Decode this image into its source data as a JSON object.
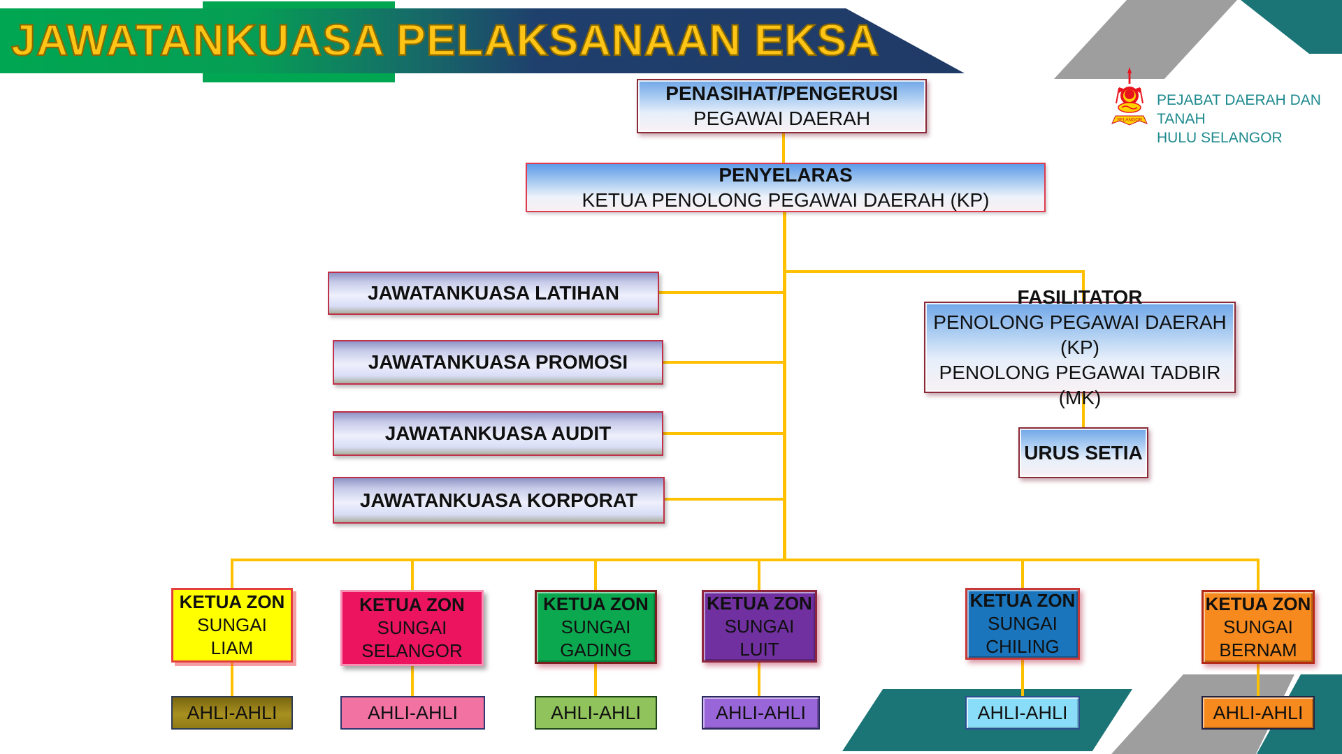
{
  "slide": {
    "title": "JAWATANKUASA PELAKSANAAN EKSA"
  },
  "header": {
    "office_line1": "PEJABAT DAERAH DAN TANAH",
    "office_line2": "HULU SELANGOR",
    "logo": "selangor-state-crest",
    "logo_banner": "SELANGOR"
  },
  "chart": {
    "advisor": {
      "role": "PENASIHAT/PENGERUSI",
      "holder": "PEGAWAI DAERAH"
    },
    "coordinator": {
      "role": "PENYELARAS",
      "holder": "KETUA PENOLONG PEGAWAI DAERAH (KP)"
    },
    "committees": [
      {
        "label": "JAWATANKUASA LATIHAN"
      },
      {
        "label": "JAWATANKUASA PROMOSI"
      },
      {
        "label": "JAWATANKUASA AUDIT"
      },
      {
        "label": "JAWATANKUASA KORPORAT"
      }
    ],
    "facilitator": {
      "role": "FASILITATOR",
      "holder1": "PENOLONG PEGAWAI DAERAH (KP)",
      "holder2": "PENOLONG PEGAWAI TADBIR (MK)"
    },
    "secretariat": {
      "label": "URUS SETIA"
    },
    "zones": [
      {
        "heading": "KETUA ZON",
        "line2": "SUNGAI",
        "line3": "LIAM",
        "members": "AHLI-AHLI",
        "zone_color": "#FFFF00",
        "members_color": "#8F7A16"
      },
      {
        "heading": "KETUA ZON",
        "line2": "SUNGAI",
        "line3": "SELANGOR",
        "members": "AHLI-AHLI",
        "zone_color": "#EC145E",
        "members_color": "#F272A2"
      },
      {
        "heading": "KETUA ZON",
        "line2": "SUNGAI",
        "line3": "GADING",
        "members": "AHLI-AHLI",
        "zone_color": "#0CA850",
        "members_color": "#90C35B"
      },
      {
        "heading": "KETUA ZON",
        "line2": "SUNGAI",
        "line3": "LUIT",
        "members": "AHLI-AHLI",
        "zone_color": "#7030A0",
        "members_color": "#9966D9"
      },
      {
        "heading": "KETUA ZON",
        "line2": "SUNGAI",
        "line3": "CHILING",
        "members": "AHLI-AHLI",
        "zone_color": "#1B75BC",
        "members_color": "#8ADDF8"
      },
      {
        "heading": "KETUA ZON",
        "line2": "SUNGAI",
        "line3": "BERNAM",
        "members": "AHLI-AHLI",
        "zone_color": "#F68A1E",
        "members_color": "#F68A1E"
      }
    ]
  },
  "colors": {
    "connector": "#FFC000",
    "banner_green": "#00A651",
    "banner_navy": "#1F3964",
    "title_text": "#FFC516",
    "deco_teal": "#1B7476",
    "deco_gray": "#9E9E9E",
    "office_text": "#1F8A8E"
  }
}
